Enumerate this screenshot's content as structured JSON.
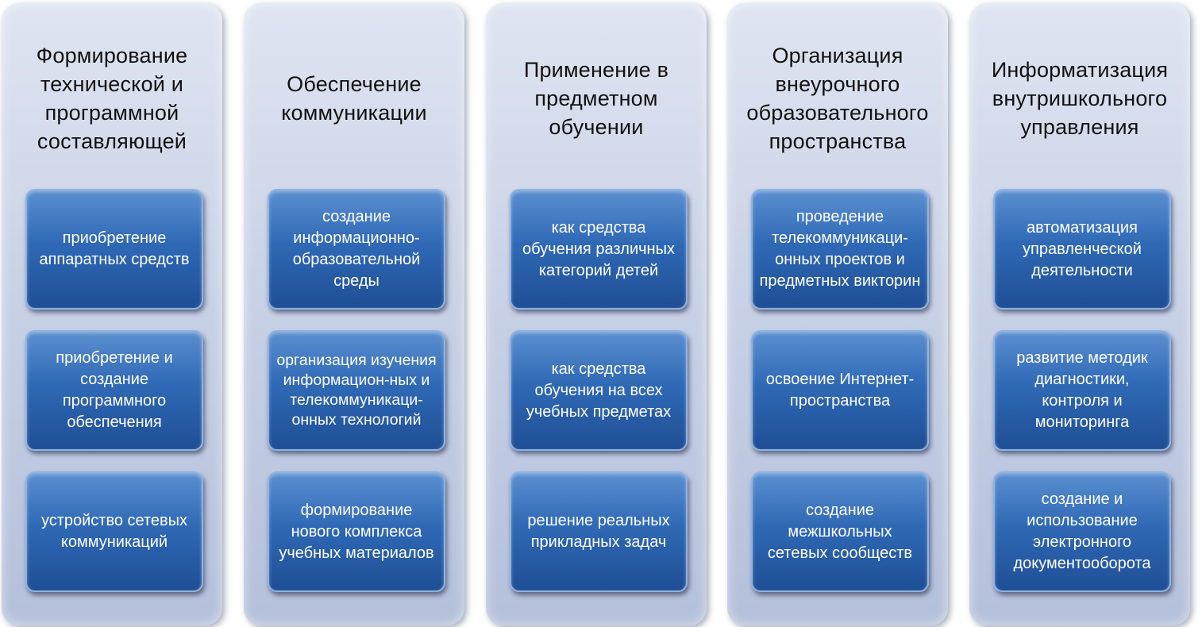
{
  "columns": [
    {
      "title": "Формирование технической и программной составляющей",
      "items": [
        "приобретение аппаратных средств",
        "приобретение и создание программного обеспечения",
        "устройство сетевых коммуникаций"
      ]
    },
    {
      "title": "Обеспечение коммуникации",
      "items": [
        "создание информационно-образовательной среды",
        "организация изучения информацион-ных и телекоммуникаци-онных технологий",
        "формирование нового комплекса учебных материалов"
      ]
    },
    {
      "title": "Применение в предметном обучении",
      "items": [
        "как средства обучения различных категорий детей",
        "как средства обучения на всех учебных предметах",
        "решение реальных прикладных задач"
      ]
    },
    {
      "title": "Организация внеурочного образовательного пространства",
      "items": [
        "проведение телекоммуникаци-онных проектов и предметных викторин",
        "освоение Интернет-пространства",
        "создание межшкольных сетевых сообществ"
      ]
    },
    {
      "title": "Информатизация внутришкольного управления",
      "items": [
        "автоматизация управленческой деятельности",
        "развитие методик диагностики, контроля и мониторинга",
        "создание и использование электронного документооборота"
      ]
    }
  ]
}
